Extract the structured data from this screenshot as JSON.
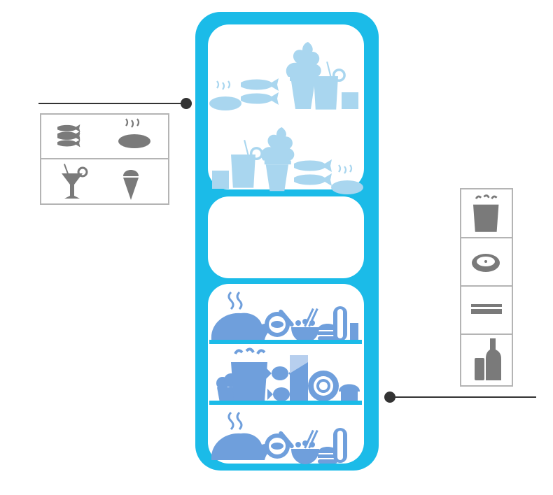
{
  "colors": {
    "fridge_frame": "#1bbbe8",
    "compartment_bg": "#ffffff",
    "shelf": "#1bbbe8",
    "freezer_item": "#a9d6ef",
    "fridge_item": "#6f9fdc",
    "panel_border": "#b4b4b4",
    "panel_icon": "#7a7a7a",
    "connector": "#333333"
  },
  "fridge": {
    "compartments": [
      {
        "name": "upper-compartment",
        "contents": [
          "steak",
          "fish",
          "ice-cream",
          "cold-drink",
          "glass"
        ]
      },
      {
        "name": "middle-compartment",
        "contents": []
      },
      {
        "name": "lower-compartment",
        "contents": [
          "roast-chicken",
          "pizza",
          "fish-plate",
          "noodle-bowl",
          "hotdog",
          "chips-bag",
          "candy",
          "chocolate",
          "donut",
          "cupcake",
          "muffin"
        ]
      }
    ]
  },
  "left_panel": {
    "icons": [
      "fish-icon",
      "steak-icon",
      "cocktail-icon",
      "ice-cream-icon"
    ]
  },
  "right_panel": {
    "icons": [
      "chips-bag-icon",
      "pie-icon",
      "chocolate-bar-icon",
      "bottle-can-icon"
    ]
  }
}
